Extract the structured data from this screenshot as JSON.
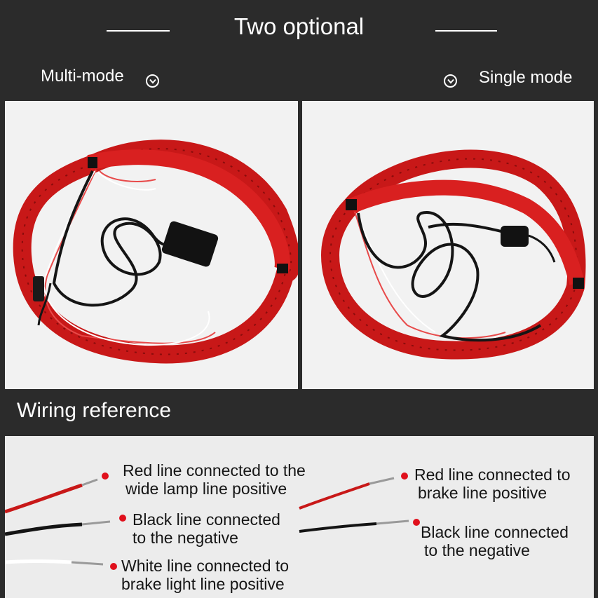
{
  "header": {
    "title": "Two optional"
  },
  "options": {
    "left_label": "Multi-mode",
    "right_label": "Single mode",
    "left_icon": "chevron-down-circle-icon",
    "right_icon": "chevron-down-circle-icon"
  },
  "wiring": {
    "title": "Wiring reference",
    "left": {
      "red_line1": "Red line connected to the",
      "red_line2": "wide lamp line positive",
      "black_line1": "Black line connected",
      "black_line2": "to the negative",
      "white_line1": "White line connected to",
      "white_line2": "brake light line positive"
    },
    "right": {
      "red_line1": "Red line connected to",
      "red_line2": "brake line positive",
      "black_line1": "Black line connected",
      "black_line2": "to the negative"
    }
  },
  "colors": {
    "background": "#2b2b2b",
    "panel": "#f2f2f2",
    "strip_red": "#d41a1a",
    "dot_red": "#e0101c",
    "cable_black": "#141414"
  }
}
